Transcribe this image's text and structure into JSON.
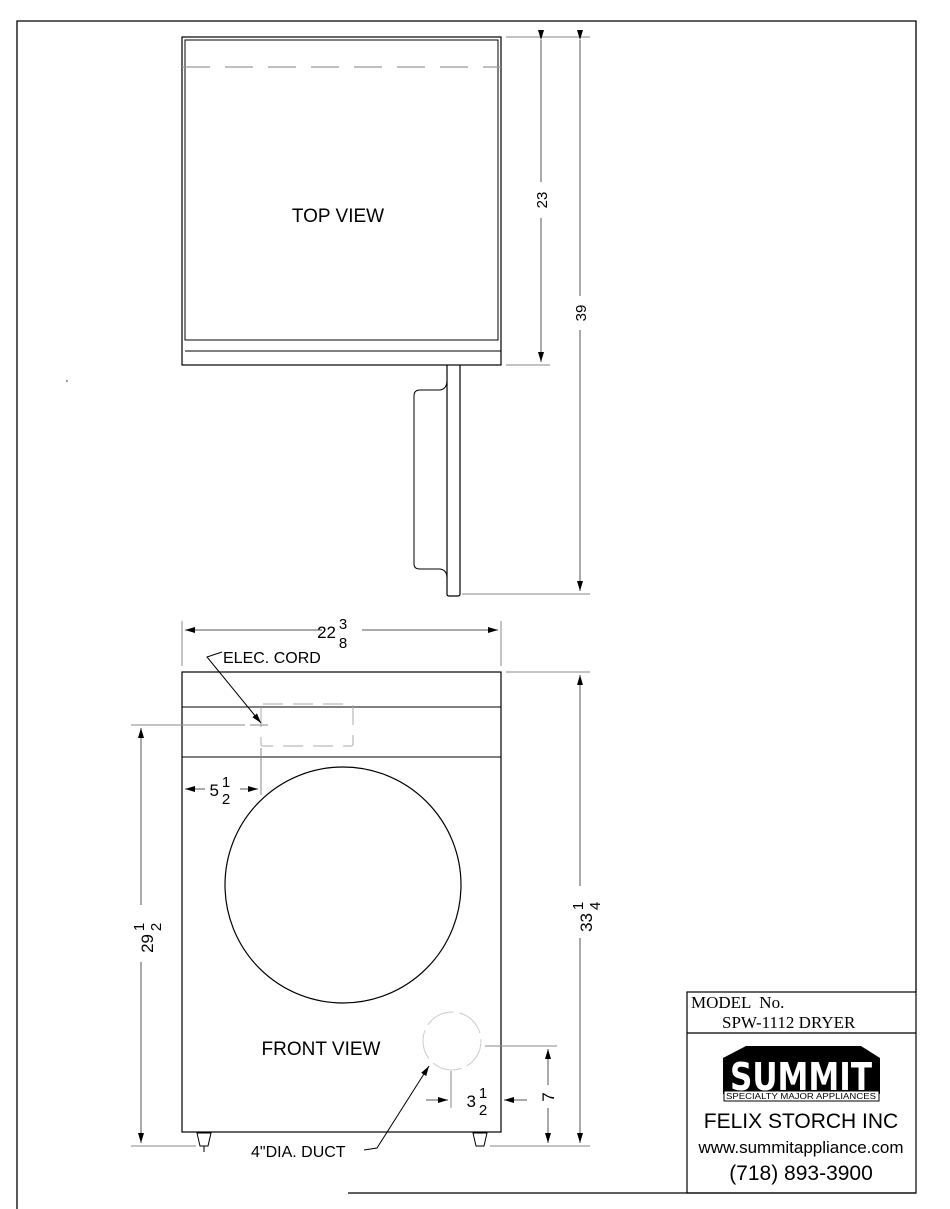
{
  "drawing": {
    "top_view_label": "TOP VIEW",
    "front_view_label": "FRONT VIEW",
    "callouts": {
      "elec_cord": "ELEC. CORD",
      "duct": "4\"DIA. DUCT"
    },
    "dimensions": {
      "top_depth": "23",
      "top_depth_with_door": "39",
      "width_whole": "22",
      "width_num": "3",
      "width_den": "8",
      "cord_offset_whole": "5",
      "cord_offset_num": "1",
      "cord_offset_den": "2",
      "cord_height_whole": "29",
      "cord_height_num": "1",
      "cord_height_den": "2",
      "total_height_whole": "33",
      "total_height_num": "1",
      "total_height_den": "4",
      "duct_offset_whole": "3",
      "duct_offset_num": "1",
      "duct_offset_den": "2",
      "duct_height": "7"
    }
  },
  "title_block": {
    "model_label": "MODEL  No.",
    "model_value": "SPW-1112 DRYER",
    "logo_text": "SUMMIT",
    "logo_tagline": "SPECIALTY MAJOR APPLIANCES",
    "company": "FELIX STORCH INC",
    "website": "www.summitappliance.com",
    "phone": "(718) 893-3900"
  }
}
